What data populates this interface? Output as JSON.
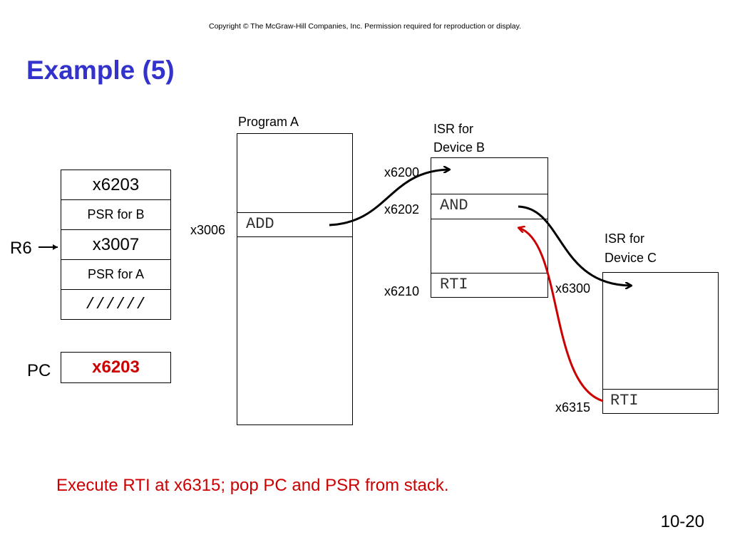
{
  "slide": {
    "copyright": "Copyright © The McGraw-Hill Companies, Inc.  Permission required for reproduction or display.",
    "title": "Example (5)",
    "caption": "Execute RTI at x6315; pop PC and PSR from stack.",
    "page_number": "10-20"
  },
  "stack": {
    "cells": [
      "x6203",
      "PSR for B",
      "x3007",
      "PSR for A",
      "//////"
    ],
    "pointer_label": "R6"
  },
  "pc": {
    "label": "PC",
    "value": "x6203"
  },
  "program_a": {
    "header": "Program A",
    "addr": "x3006",
    "instr": "ADD"
  },
  "isr_b": {
    "header_line1": "ISR for",
    "header_line2": "Device B",
    "addr_start": "x6200",
    "addr_and": "x6202",
    "instr_and": "AND",
    "addr_rti": "x6210",
    "instr_rti": "RTI"
  },
  "isr_c": {
    "header_line1": "ISR for",
    "header_line2": "Device C",
    "addr_start": "x6300",
    "addr_rti": "x6315",
    "instr_rti": "RTI"
  },
  "colors": {
    "title": "#3333cc",
    "highlight": "#cc0000",
    "return_arrow": "#cc0000"
  }
}
